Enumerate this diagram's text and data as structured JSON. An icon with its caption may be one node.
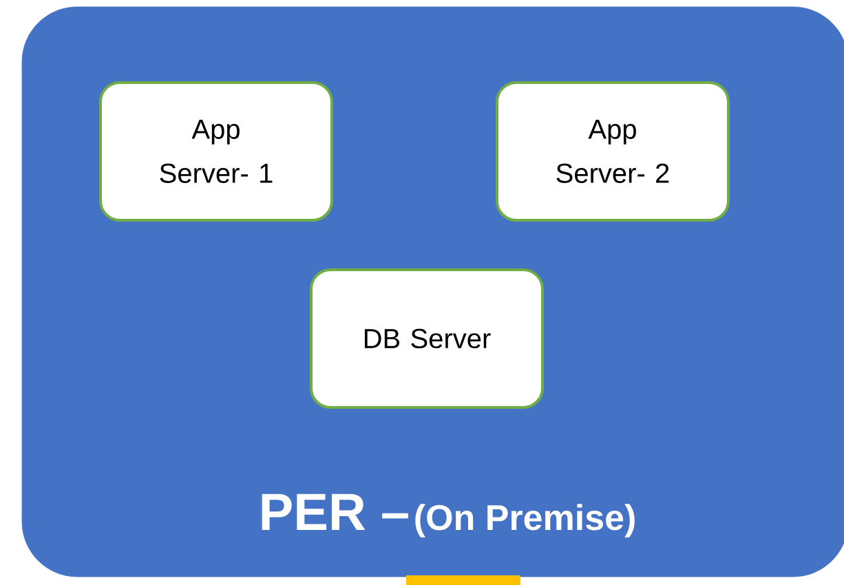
{
  "diagram": {
    "nodes": [
      {
        "text": [
          "PER –",
          "(On Premise)"
        ]
      },
      {
        "text": [
          "App Server- 1"
        ],
        "in": 0
      },
      {
        "text": [
          "App Server- 2"
        ],
        "in": 0
      },
      {
        "text": [
          "DB Server"
        ],
        "in": 0
      }
    ],
    "edges": []
  }
}
